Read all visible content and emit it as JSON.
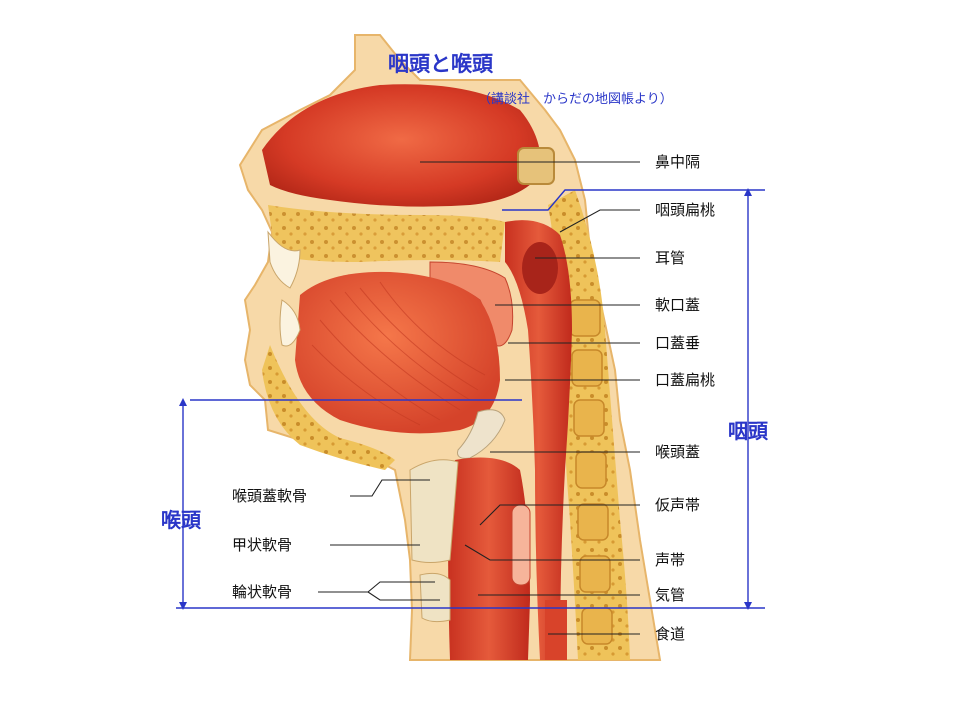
{
  "title": "咽頭と喉頭",
  "subtitle": "（講談社　からだの地図帳より）",
  "regions": {
    "pharynx": "咽頭",
    "larynx": "喉頭"
  },
  "right_labels": [
    "鼻中隔",
    "咽頭扁桃",
    "耳管",
    "軟口蓋",
    "口蓋垂",
    "口蓋扁桃",
    "喉頭蓋",
    "仮声帯",
    "声帯",
    "気管",
    "食道"
  ],
  "left_labels": [
    "喉頭蓋軟骨",
    "甲状軟骨",
    "輪状軟骨"
  ],
  "colors": {
    "annotation_blue": "#2a36c8",
    "tissue_red": "#d8432a",
    "bone_yellow": "#efc35a",
    "leader_line": "#222222"
  }
}
